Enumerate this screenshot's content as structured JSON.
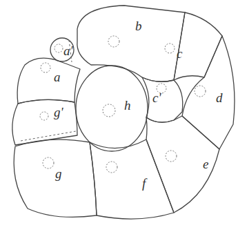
{
  "diagram": {
    "labels": [
      "a'",
      "b",
      "c",
      "a",
      "c'",
      "h",
      "d",
      "g'",
      "e",
      "g",
      "f"
    ]
  }
}
